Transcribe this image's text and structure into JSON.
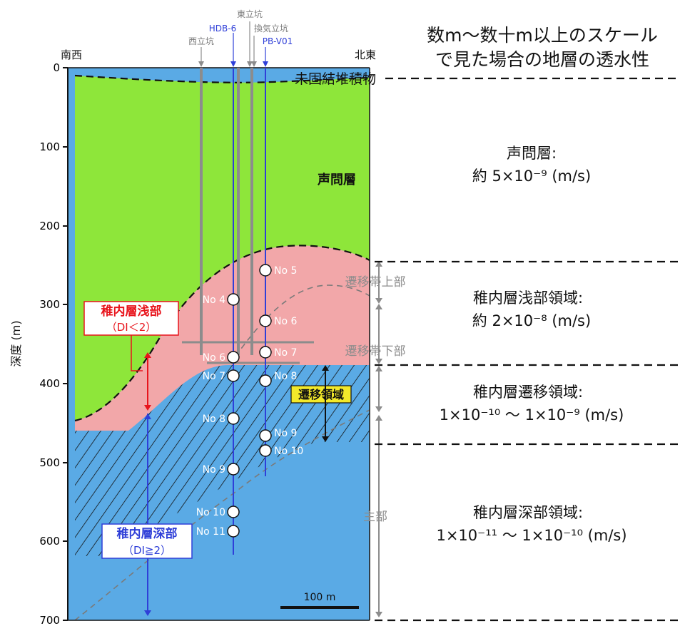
{
  "header": {
    "title_line1": "数m～数十m以上のスケール",
    "title_line2": "で見た場合の地層の透水性",
    "sw": "南西",
    "ne": "北東"
  },
  "axis": {
    "label": "深度 (m)",
    "ticks": [
      "0",
      "100",
      "200",
      "300",
      "400",
      "500",
      "600",
      "700"
    ]
  },
  "shafts": {
    "west": "西立坑",
    "east": "東立坑",
    "vent": "換気立坑",
    "hdb6": "HDB-6",
    "pbv01": "PB-V01"
  },
  "layers": {
    "unconsolidated": "未固結堆積物",
    "koetoi_label": "声問層",
    "shallow_box_line1": "稚内層浅部",
    "shallow_box_line2": "（DI＜2）",
    "deep_box_line1": "稚内層深部",
    "deep_box_line2": "（DI≧2）",
    "transition_box": "遷移領域"
  },
  "zones": {
    "upper_transition": "遷移帯上部",
    "lower_transition": "遷移帯下部",
    "main": "主部"
  },
  "points": {
    "hdb6": [
      "No 4",
      "No 6",
      "No 7",
      "No 8",
      "No 9",
      "No 10",
      "No 11"
    ],
    "pbv01": [
      "No 5",
      "No 6",
      "No 7",
      "No 8",
      "No 9",
      "No 10"
    ]
  },
  "scale_bar": "100 m",
  "right_panel": {
    "koetoi_title": "声問層:",
    "koetoi_value": "約 5×10⁻⁹ (m/s)",
    "shallow_title": "稚内層浅部領域:",
    "shallow_value": "約 2×10⁻⁸ (m/s)",
    "transition_title": "稚内層遷移領域:",
    "transition_value": "1×10⁻¹⁰ ～ 1×10⁻⁹ (m/s)",
    "deep_title": "稚内層深部領域:",
    "deep_value": "1×10⁻¹¹ ～ 1×10⁻¹⁰ (m/s)"
  },
  "colors": {
    "green": "#8ee63a",
    "pink": "#f2a7a9",
    "blue": "#5aaae5",
    "red": "#e8141c",
    "shaft_blue": "#2f3fd8",
    "gray": "#8c8c8c",
    "yellow": "#f3e92a"
  }
}
